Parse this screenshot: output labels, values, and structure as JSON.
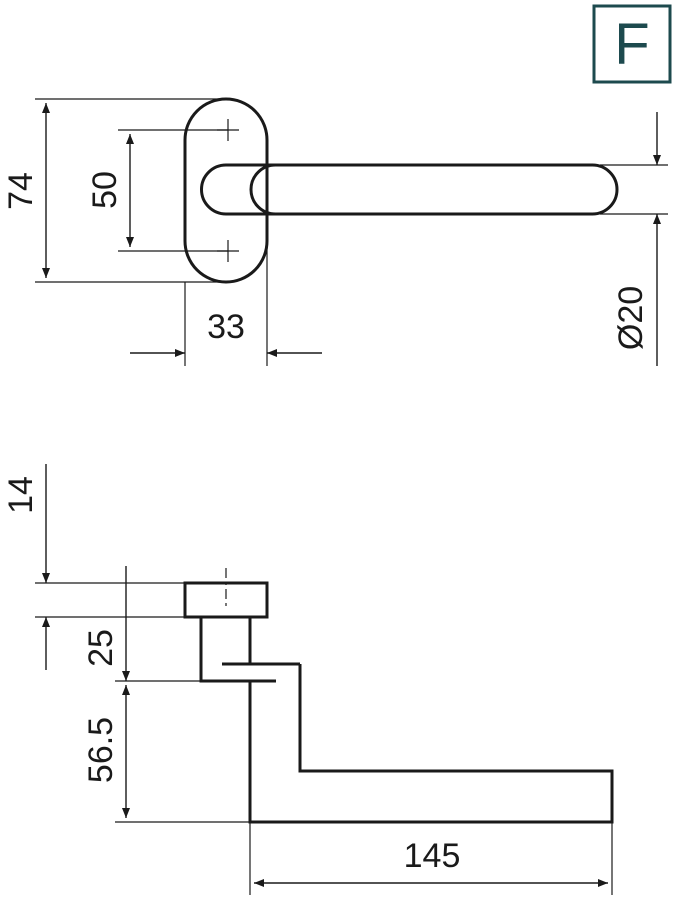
{
  "badge": {
    "letter": "F",
    "color": "#1d4a4e"
  },
  "top_view": {
    "dim_height_total": "74",
    "dim_hole_spacing": "50",
    "dim_rose_width": "33",
    "dim_lever_diameter": "Ø20"
  },
  "side_view": {
    "dim_rose_thickness": "14",
    "dim_neck": "25",
    "dim_lever_height": "56.5",
    "dim_lever_length": "145"
  }
}
